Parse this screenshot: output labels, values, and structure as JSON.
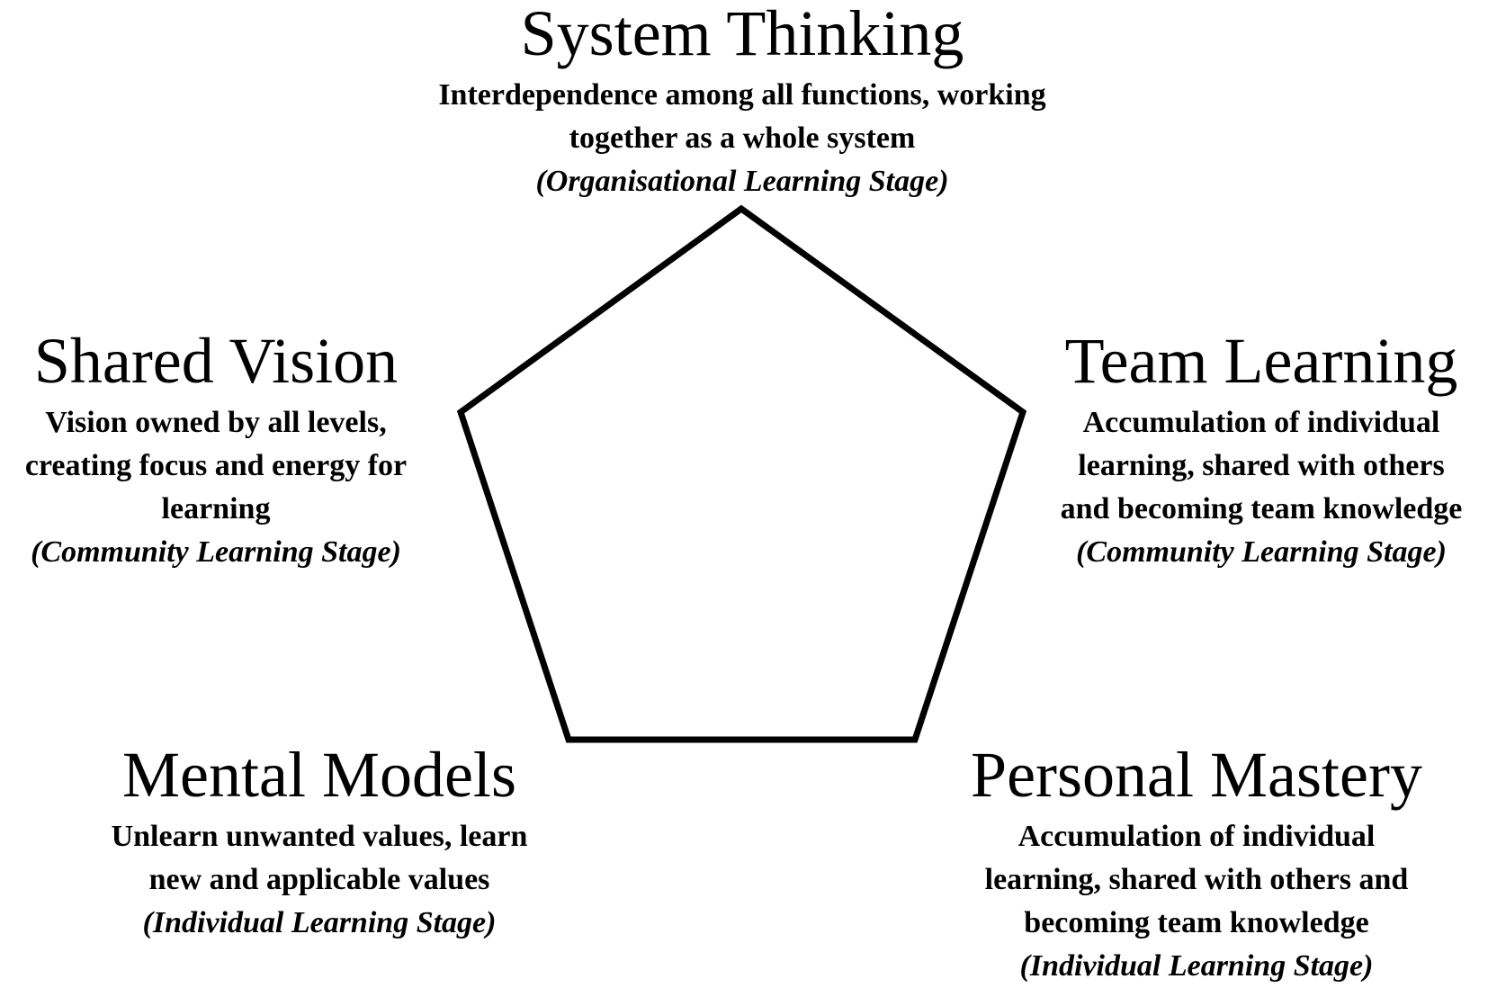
{
  "diagram": {
    "nodes": {
      "top": {
        "title": "System Thinking",
        "description": [
          "Interdependence among all functions, working",
          "together as a whole system"
        ],
        "stage": "(Organisational Learning Stage)"
      },
      "left": {
        "title": "Shared Vision",
        "description": [
          "Vision owned by all levels,",
          "creating focus and energy for",
          "learning"
        ],
        "stage": "(Community Learning Stage)"
      },
      "right": {
        "title": "Team Learning",
        "description": [
          "Accumulation of individual",
          "learning, shared with others",
          "and becoming team knowledge"
        ],
        "stage": "(Community Learning Stage)"
      },
      "bottom_left": {
        "title": "Mental Models",
        "description": [
          "Unlearn unwanted values, learn",
          "new and applicable values"
        ],
        "stage": "(Individual Learning Stage)"
      },
      "bottom_right": {
        "title": "Personal Mastery",
        "description": [
          "Accumulation of individual",
          "learning, shared with others and",
          "becoming team knowledge"
        ],
        "stage": "(Individual Learning Stage)"
      }
    },
    "colors": {
      "stroke": "#000000",
      "text": "#000000",
      "background": "#ffffff"
    }
  }
}
